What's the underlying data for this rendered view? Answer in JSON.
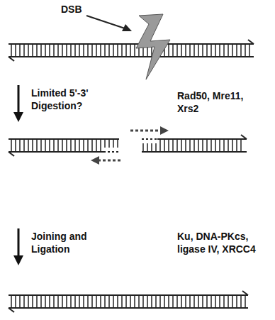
{
  "diagram": {
    "labels": [
      "DSB",
      "Limited 5'-3' Digestion?",
      "Rad50, Mre11, Xrs2",
      "Joining and Ligation",
      "Ku, DNA-PKcs, ligase IV, XRCC4"
    ]
  }
}
